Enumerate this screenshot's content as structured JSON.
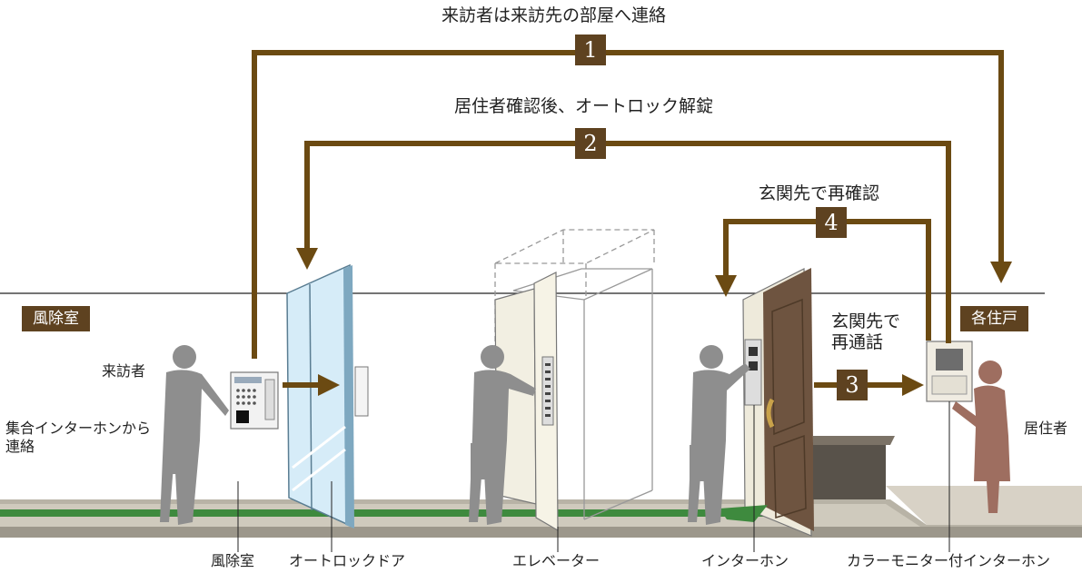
{
  "steps": [
    {
      "number": "1",
      "text": "来訪者は来訪先の部屋へ連絡"
    },
    {
      "number": "2",
      "text": "居住者確認後、オートロック解錠"
    },
    {
      "number": "3",
      "text": "玄関先で\n再通話"
    },
    {
      "number": "4",
      "text": "玄関先で再確認"
    }
  ],
  "areas": {
    "windbreak": "風除室",
    "residence": "各住戸"
  },
  "people": {
    "visitor": "来訪者",
    "visitor_action": "集合インターホンから\n連絡",
    "resident": "居住者"
  },
  "bottom_labels": {
    "windbreak": "風除室",
    "autolock_door": "オートロックドア",
    "elevator": "エレベーター",
    "intercom": "インターホン",
    "color_monitor": "カラーモニター付インターホン"
  },
  "colors": {
    "arrow": "#6b4a12",
    "tag": "#5e4220",
    "silhouette": "#8e8e8e",
    "resident": "#9e6e60",
    "floor_stripe": "#3e8a3e"
  }
}
